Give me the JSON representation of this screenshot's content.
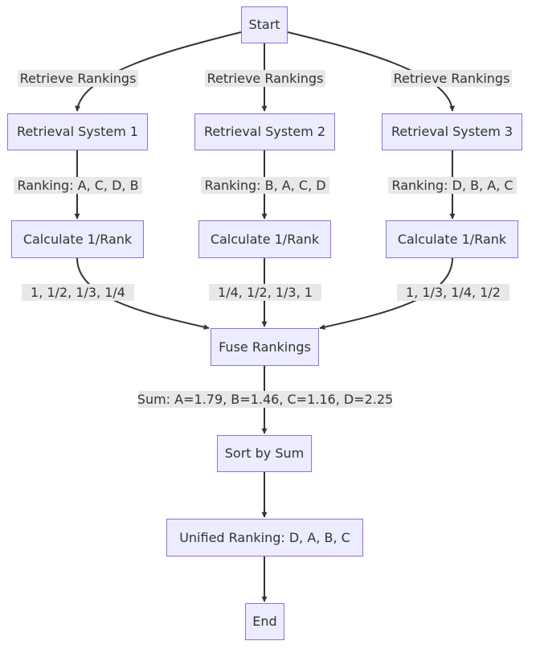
{
  "nodes": {
    "start": "Start",
    "retrieval_1": "Retrieval System 1",
    "retrieval_2": "Retrieval System 2",
    "retrieval_3": "Retrieval System 3",
    "calc_1": "Calculate 1/Rank",
    "calc_2": "Calculate 1/Rank",
    "calc_3": "Calculate 1/Rank",
    "fuse": "Fuse Rankings",
    "sort": "Sort by Sum",
    "unified": "Unified Ranking: D, A, B, C",
    "end": "End"
  },
  "edge_labels": {
    "retrieve_1": "Retrieve Rankings",
    "retrieve_2": "Retrieve Rankings",
    "retrieve_3": "Retrieve Rankings",
    "ranking_1": "Ranking: A, C, D, B",
    "ranking_2": "Ranking: B, A, C, D",
    "ranking_3": "Ranking: D, B, A, C",
    "scores_1": "1, 1/2, 1/3, 1/4",
    "scores_2": "1/4, 1/2, 1/3, 1",
    "scores_3": "1, 1/3, 1/4, 1/2",
    "sum": "Sum: A=1.79, B=1.46, C=1.16, D=2.25"
  },
  "colors": {
    "node_fill": "#ececff",
    "node_border": "#9370db",
    "edge": "#333333",
    "label_bg": "#e8e8e8",
    "text": "#333333"
  }
}
